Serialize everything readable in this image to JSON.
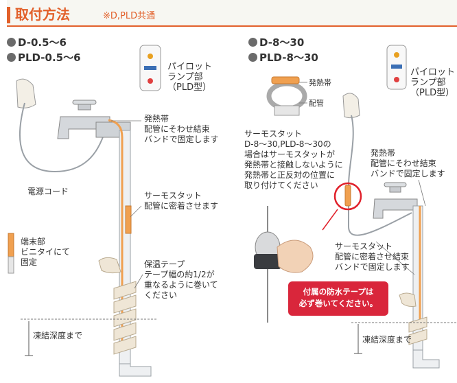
{
  "header": {
    "title": "取付方法",
    "note": "※D,PLD共通"
  },
  "left": {
    "model_lines": [
      "D-0.5～6",
      "PLD-0.5～6"
    ],
    "pilot_label": [
      "パイロット",
      "ランプ部",
      "（PLD型）"
    ],
    "heater_label": [
      "発熱帯",
      "配管にそわせ結束",
      "バンドで固定します"
    ],
    "cord_label": "電源コード",
    "thermostat_label": [
      "サーモスタット",
      "配管に密着させます"
    ],
    "end_label": [
      "端末部",
      "ビニタイにて",
      "固定"
    ],
    "tape_label": [
      "保温テープ",
      "テープ幅の約1/2が",
      "重なるように巻いて",
      "ください"
    ],
    "depth_label": "凍結深度まで"
  },
  "right": {
    "model_lines": [
      "D-8～30",
      "PLD-8～30"
    ],
    "pilot_label": [
      "パイロット",
      "ランプ部",
      "（PLD型）"
    ],
    "inset_heater": "発熱帯",
    "inset_pipe": "配管",
    "thermo_note": [
      "サーモスタット",
      "D-8～30,PLD-8～30の",
      "場合はサーモスタットが",
      "発熱帯と接触しないように",
      "発熱帯と正反対の位置に",
      "取り付けてください"
    ],
    "heater_label": [
      "発熱帯",
      "配管にそわせ結束",
      "バンドで固定します"
    ],
    "thermostat_label": [
      "サーモスタット",
      "配管に密着させ結束",
      "バンドで固定します"
    ],
    "warning": [
      "付属の防水テープは",
      "必ず巻いてください。"
    ],
    "depth_label": "凍結深度まで"
  },
  "colors": {
    "accent": "#e2602a",
    "heater": "#f0a050",
    "warning_bg": "#d9263b",
    "highlight_circle": "#e0202a"
  }
}
